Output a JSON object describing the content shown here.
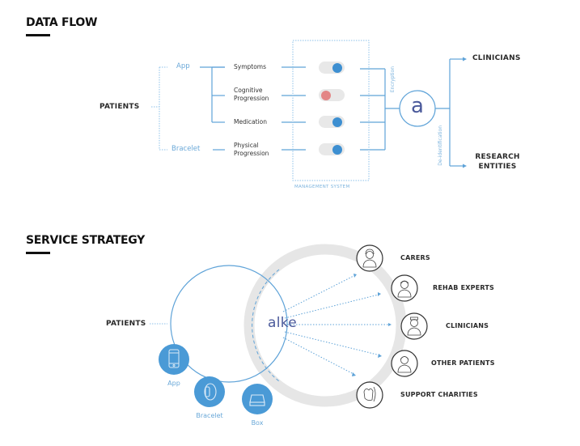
{
  "colors": {
    "line_blue": "#5fa3d8",
    "dotted_blue": "#8ec2ea",
    "toggle_on": "#3d8fd1",
    "toggle_off": "#e38686",
    "toggle_track": "#e8e8e8",
    "device_circle": "#4a9ad6",
    "grey_ring": "#e6e6e6",
    "brand_text": "#4b5a9b"
  },
  "data_flow": {
    "title": "DATA FLOW",
    "source_label": "PATIENTS",
    "devices": [
      {
        "label": "App",
        "icon": "app-icon"
      },
      {
        "label": "Bracelet",
        "icon": "bracelet-icon"
      }
    ],
    "data_items": [
      {
        "label_line1": "Symptoms",
        "label_line2": "",
        "device": "App",
        "toggle": "on"
      },
      {
        "label_line1": "Cognitive",
        "label_line2": "Progression",
        "device": "App",
        "toggle": "off"
      },
      {
        "label_line1": "Medication",
        "label_line2": "",
        "device": "App",
        "toggle": "on"
      },
      {
        "label_line1": "Physical",
        "label_line2": "Progression",
        "device": "Bracelet",
        "toggle": "on"
      }
    ],
    "management_system_label": "MANAGEMENT SYSTEM",
    "encryption_label": "Encryption",
    "deidentification_label": "De-identification",
    "hub_logo": "a",
    "destinations": [
      {
        "label_line1": "CLINICIANS",
        "label_line2": ""
      },
      {
        "label_line1": "RESEARCH",
        "label_line2": "ENTITIES"
      }
    ]
  },
  "service_strategy": {
    "title": "SERVICE STRATEGY",
    "source_label": "PATIENTS",
    "brand": "alke",
    "devices": [
      {
        "label": "App",
        "icon": "smartphone-icon"
      },
      {
        "label": "Bracelet",
        "icon": "bracelet-icon"
      },
      {
        "label": "Box",
        "icon": "box-icon"
      }
    ],
    "stakeholders": [
      {
        "label": "CARERS",
        "icon": "carer-icon"
      },
      {
        "label": "REHAB EXPERTS",
        "icon": "rehab-expert-icon"
      },
      {
        "label": "CLINICIANS",
        "icon": "clinician-icon"
      },
      {
        "label": "OTHER PATIENTS",
        "icon": "patient-icon"
      },
      {
        "label": "SUPPORT CHARITIES",
        "icon": "charity-hands-icon"
      }
    ]
  }
}
